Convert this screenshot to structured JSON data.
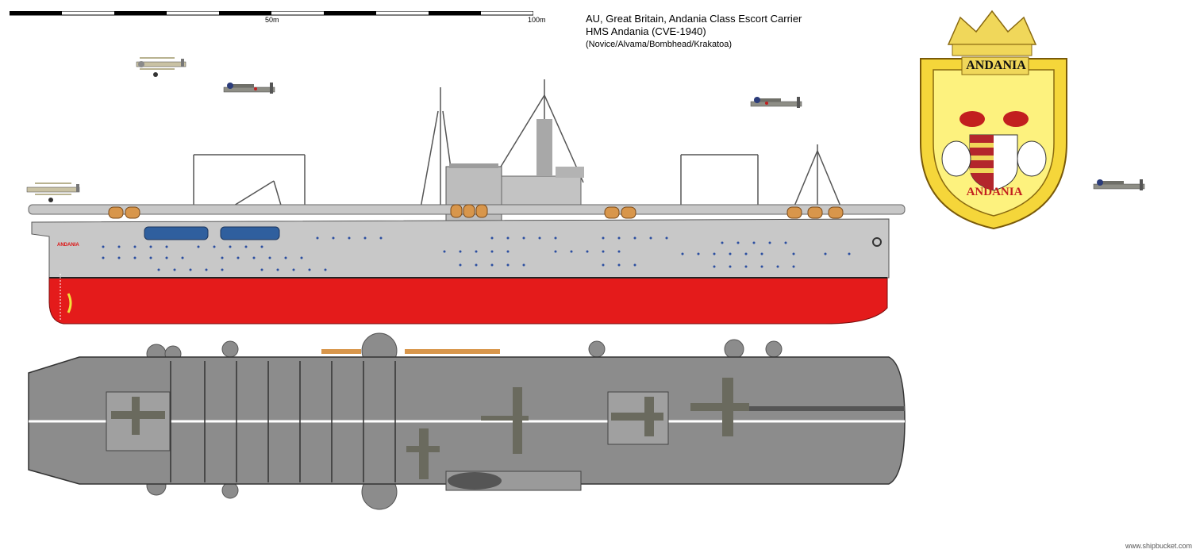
{
  "scale_bar": {
    "label_mid": "50m",
    "label_end": "100m"
  },
  "title": {
    "line1": "AU, Great Britain, Andania Class Escort Carrier",
    "line2": "HMS Andania (CVE-1940)",
    "line3": "(Novice/Alvama/Bombhead/Krakatoa)"
  },
  "hull_name": "ANDANIA",
  "crest": {
    "top_label": "ANDANIA",
    "bottom_label": "ANDANIA"
  },
  "credit": "www.shipbucket.com",
  "colors": {
    "hull_grey": "#c8c8c8",
    "deck_grey": "#8c8c8c",
    "antifouling_red": "#e41b1b",
    "crest_yellow": "#f5e36a",
    "boat_blue": "#2f5f9e",
    "lifeboat_orange": "#d8964b"
  }
}
